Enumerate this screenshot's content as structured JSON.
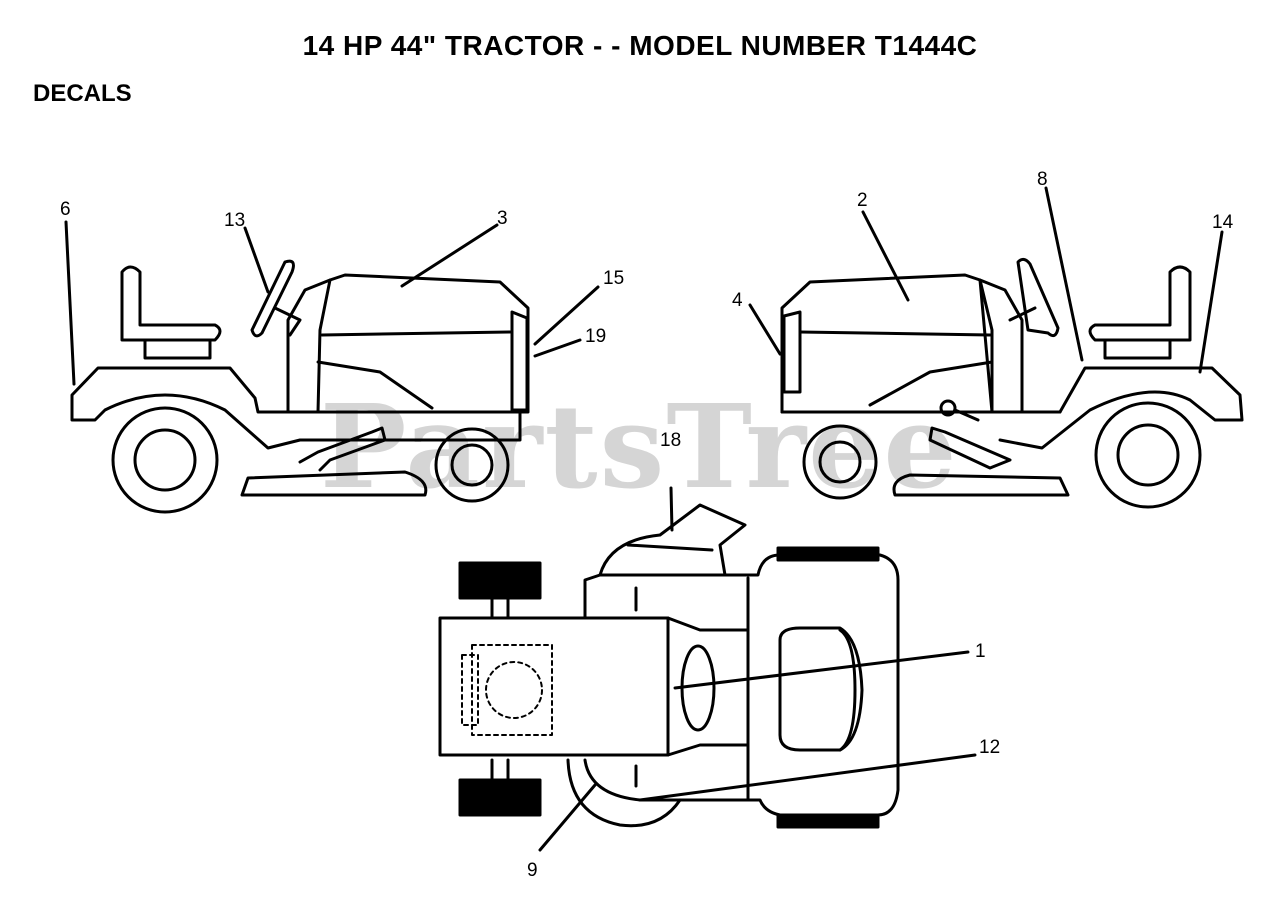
{
  "header": {
    "title": "14 HP 44\" TRACTOR - - MODEL NUMBER T1444C",
    "section": "DECALS"
  },
  "watermark": "PartsTree",
  "callouts": {
    "c1": "1",
    "c2": "2",
    "c3": "3",
    "c4": "4",
    "c6": "6",
    "c8": "8",
    "c9": "9",
    "c12": "12",
    "c13": "13",
    "c14": "14",
    "c15": "15",
    "c18": "18",
    "c19": "19"
  }
}
